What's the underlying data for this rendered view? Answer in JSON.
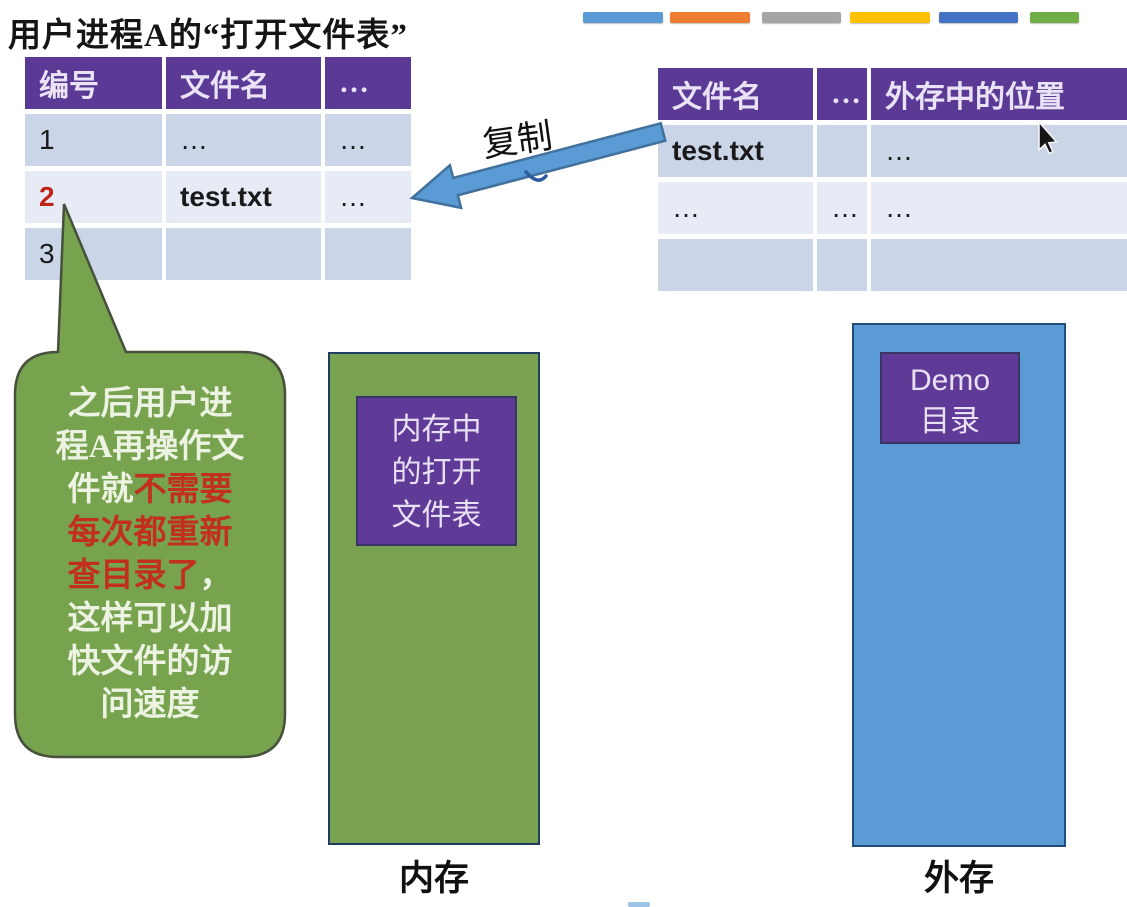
{
  "title": "用户进程A的“打开文件表”",
  "legend_bars": [
    "#5B9BD5",
    "#ED7D31",
    "#A5A5A5",
    "#FFC000",
    "#4472C4",
    "#70AD47"
  ],
  "left_table": {
    "headers": [
      "编号",
      "文件名",
      "…"
    ],
    "rows": [
      [
        "1",
        "…",
        "…"
      ],
      [
        "2",
        "test.txt",
        "…"
      ],
      [
        "3",
        "",
        ""
      ]
    ]
  },
  "right_table": {
    "headers": [
      "文件名",
      "…",
      "外存中的位置"
    ],
    "rows": [
      [
        "test.txt",
        "",
        "…"
      ],
      [
        "…",
        "…",
        "…"
      ],
      [
        "",
        "",
        ""
      ]
    ]
  },
  "copy_label": "复制",
  "callout": {
    "lines": [
      [
        {
          "t": "之后用户进",
          "c": "light"
        }
      ],
      [
        {
          "t": "程A再操作文",
          "c": "light"
        }
      ],
      [
        {
          "t": "件就",
          "c": "light"
        },
        {
          "t": "不需要",
          "c": "red"
        }
      ],
      [
        {
          "t": "每次都重新",
          "c": "red"
        }
      ],
      [
        {
          "t": "查目录了",
          "c": "red"
        },
        {
          "t": "，",
          "c": "light"
        }
      ],
      [
        {
          "t": "这样可以加",
          "c": "light"
        }
      ],
      [
        {
          "t": "快文件的访",
          "c": "light"
        }
      ],
      [
        {
          "t": "问速度",
          "c": "light"
        }
      ]
    ]
  },
  "memory": {
    "box_lines": [
      "内存中",
      "的打开",
      "文件表"
    ],
    "caption": "内存"
  },
  "storage": {
    "box_lines": [
      "Demo",
      "目录"
    ],
    "caption": "外存"
  },
  "colors": {
    "table_header_bg": "#5B3A96",
    "row_dark": "#CBD5E8",
    "row_light": "#E6EBF5",
    "highlight_red": "#C02418",
    "callout_red": "#C22F1E",
    "callout_light": "#EDF3E2",
    "green_fill": "#79A352",
    "blue_fill": "#5B9BD5",
    "purple_box": "#5F3A96",
    "arrow_fill": "#5B9BD5",
    "arrow_stroke": "#41719C"
  }
}
